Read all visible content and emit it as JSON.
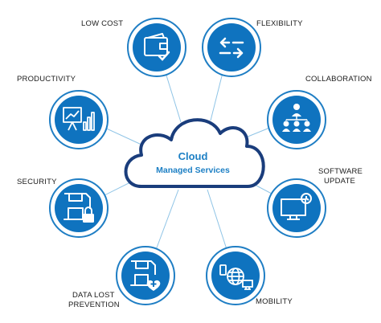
{
  "center": {
    "title_line1": "Cloud",
    "title_line2": "Managed Services"
  },
  "colors": {
    "node_fill": "#0f73bf",
    "node_ring": "#1f7ec4",
    "connector": "#8fc4e6",
    "cloud_outline": "#1a3d7c",
    "title_text": "#1c7fc4"
  },
  "nodes": {
    "low_cost": {
      "label": "LOW COST",
      "icon": "wallet-icon"
    },
    "flexibility": {
      "label": "FLEXIBILITY",
      "icon": "arrows-exchange-icon"
    },
    "productivity": {
      "label": "PRODUCTIVITY",
      "icon": "chart-presentation-icon"
    },
    "collaboration": {
      "label": "COLLABORATION",
      "icon": "team-hierarchy-icon"
    },
    "security": {
      "label": "SECURITY",
      "icon": "floppy-lock-icon"
    },
    "software_update": {
      "label_line1": "SOFTWARE",
      "label_line2": "UPDATE",
      "icon": "monitor-clock-icon"
    },
    "data_lost_prevention": {
      "label_line1": "DATA LOST",
      "label_line2": "PREVENTION",
      "icon": "floppy-plus-icon"
    },
    "mobility": {
      "label": "MOBILITY",
      "icon": "devices-globe-icon"
    }
  }
}
